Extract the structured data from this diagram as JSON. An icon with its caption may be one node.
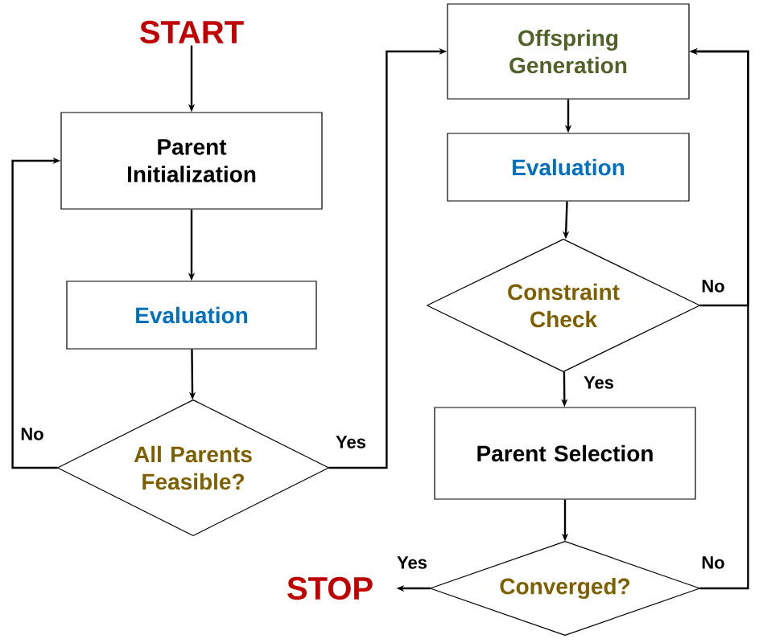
{
  "diagram": {
    "nodes": [
      {
        "text": [
          "START"
        ]
      },
      {
        "text": [
          "Parent Initialization"
        ]
      },
      {
        "text": [
          "Evaluation"
        ]
      },
      {
        "text": [
          "All Parents Feasible?"
        ]
      },
      {
        "text": [
          "Offspring Generation"
        ]
      },
      {
        "text": [
          "Evaluation"
        ]
      },
      {
        "text": [
          "Constraint Check"
        ]
      },
      {
        "text": [
          "Parent Selection"
        ]
      },
      {
        "text": [
          "Converged?"
        ]
      },
      {
        "text": [
          "STOP"
        ]
      }
    ],
    "edges": [
      {
        "from": 0,
        "to": 1,
        "arrow": "to"
      },
      {
        "from": 1,
        "to": 2,
        "arrow": "to"
      },
      {
        "from": 2,
        "to": 3,
        "arrow": "to"
      },
      {
        "from": 3,
        "to": 1,
        "arrow": "to",
        "label": "No"
      },
      {
        "from": 3,
        "to": 4,
        "arrow": "to",
        "label": "Yes"
      },
      {
        "from": 4,
        "to": 5,
        "arrow": "to"
      },
      {
        "from": 5,
        "to": 6,
        "arrow": "to"
      },
      {
        "from": 6,
        "to": 7,
        "arrow": "to",
        "label": "Yes"
      },
      {
        "from": 6,
        "to": 4,
        "arrow": "to",
        "label": "No"
      },
      {
        "from": 7,
        "to": 8,
        "arrow": "to"
      },
      {
        "from": 8,
        "to": 4,
        "arrow": "to",
        "label": "No"
      },
      {
        "from": 8,
        "to": 9,
        "arrow": "to",
        "label": "Yes"
      }
    ]
  }
}
